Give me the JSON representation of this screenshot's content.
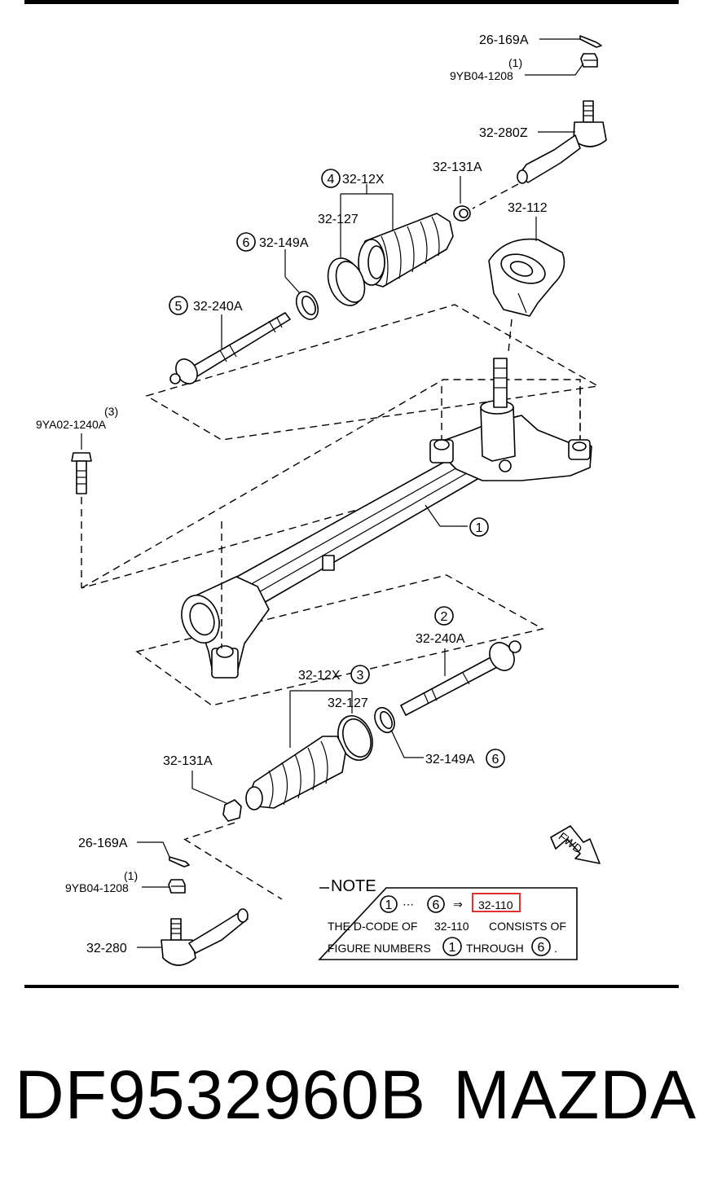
{
  "labels": {
    "cotter_pin_top": "26-169A",
    "nut_top_qty": "(1)",
    "nut_top": "9YB04-1208",
    "tie_rod_end_top": "32-280Z",
    "boot_kit_top": "32-12X",
    "boot_kit_top_num": "4",
    "locknut_top": "32-131A",
    "band_top": "32-127",
    "mount_rubber": "32-112",
    "clip_top": "32-149A",
    "clip_top_num": "6",
    "tie_rod_top": "32-240A",
    "tie_rod_top_num": "5",
    "bolt_qty": "(3)",
    "bolt": "9YA02-1240A",
    "gear_housing_num": "1",
    "tie_rod_bottom_num": "2",
    "tie_rod_bottom": "32-240A",
    "boot_kit_bottom": "32-12X",
    "boot_kit_bottom_num": "3",
    "band_bottom": "32-127",
    "clip_bottom": "32-149A",
    "clip_bottom_num": "6",
    "locknut_bottom": "32-131A",
    "cotter_pin_bottom": "26-169A",
    "nut_bottom_qty": "(1)",
    "nut_bottom": "9YB04-1208",
    "tie_rod_end_bottom": "32-280",
    "fwd": "FWD"
  },
  "note": {
    "title": "NOTE",
    "range_from": "1",
    "range_dots": "⋯",
    "range_to": "6",
    "arrow": "⇒",
    "dcode": "32-110",
    "line1_a": "THE D-CODE OF",
    "line1_code": "32-110",
    "line1_b": "CONSISTS OF",
    "line2_a": "FIGURE NUMBERS",
    "line2_from": "1",
    "line2_mid": "THROUGH",
    "line2_to": "6",
    "line2_end": "."
  },
  "footer": {
    "part_number": "DF9532960B",
    "brand": "MAZDA"
  },
  "colors": {
    "ink": "#000000",
    "highlight": "#e03030",
    "background": "#ffffff"
  }
}
